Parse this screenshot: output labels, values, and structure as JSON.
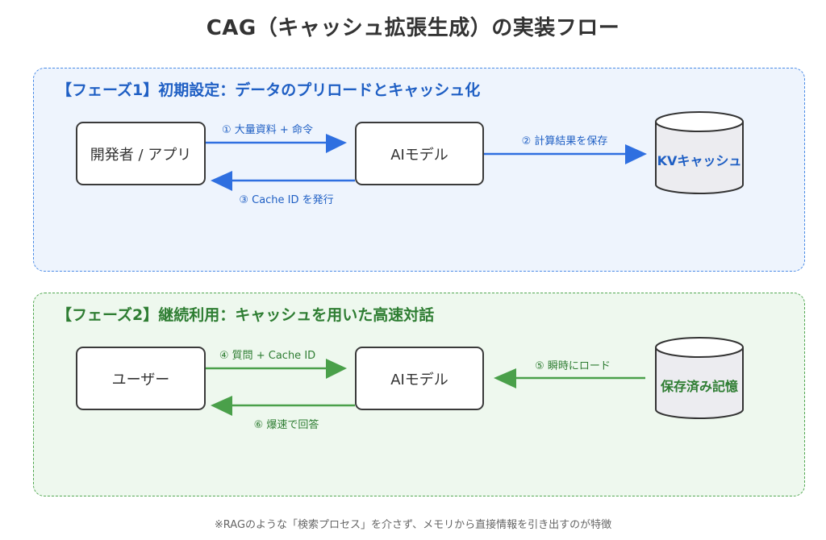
{
  "title": "CAG（キャッシュ拡張生成）の実装フロー",
  "colors": {
    "phase1_accent": "#2f6fe0",
    "phase1_bg": "#eef4fd",
    "phase2_accent": "#4aa04a",
    "phase2_bg": "#eef8ee",
    "node_border": "#3a3a3a",
    "cylinder_fill": "#ececf0"
  },
  "phase1": {
    "title": "【フェーズ1】初期設定：データのプリロードとキャッシュ化",
    "nodes": {
      "source": "開発者 / アプリ",
      "model": "AIモデル",
      "store": "KVキャッシュ"
    },
    "arrows": {
      "step1": "① 大量資料 + 命令",
      "step2": "② 計算結果を保存",
      "step3": "③ Cache ID を発行"
    }
  },
  "phase2": {
    "title": "【フェーズ2】継続利用：キャッシュを用いた高速対話",
    "nodes": {
      "source": "ユーザー",
      "model": "AIモデル",
      "store": "保存済み記憶"
    },
    "arrows": {
      "step4": "④ 質問 + Cache ID",
      "step5": "⑤ 瞬時にロード",
      "step6": "⑥ 爆速で回答"
    }
  },
  "footnote": "※RAGのような「検索プロセス」を介さず、メモリから直接情報を引き出すのが特徴"
}
